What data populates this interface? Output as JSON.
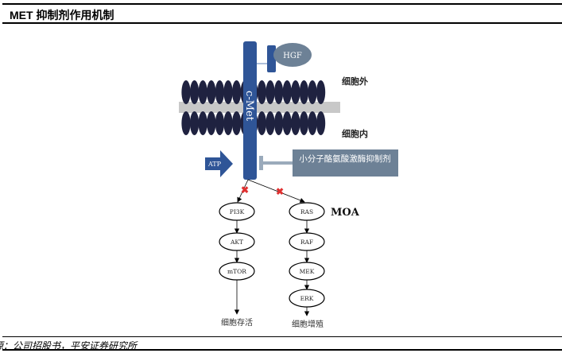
{
  "title": "MET 抑制剂作用机制",
  "source": "源：公司招股书，平安证券研究所",
  "diagram": {
    "receptor": "c-Met",
    "ligand": "HGF",
    "outside_label": "细胞外",
    "inside_label": "细胞内",
    "atp": "ATP",
    "inhibitor": "小分子酪氨酸激酶抑制剂",
    "moa": "MOA",
    "left_pathway": [
      "PI3K",
      "AKT",
      "mTOR"
    ],
    "left_outcome": "细胞存活",
    "right_pathway": [
      "RAS",
      "RAF",
      "MEK",
      "ERK"
    ],
    "right_outcome": "细胞增殖"
  },
  "colors": {
    "receptor": "#2f5597",
    "hgf": "#6d8196",
    "membrane": "#1f2240",
    "block": "#e03030"
  }
}
